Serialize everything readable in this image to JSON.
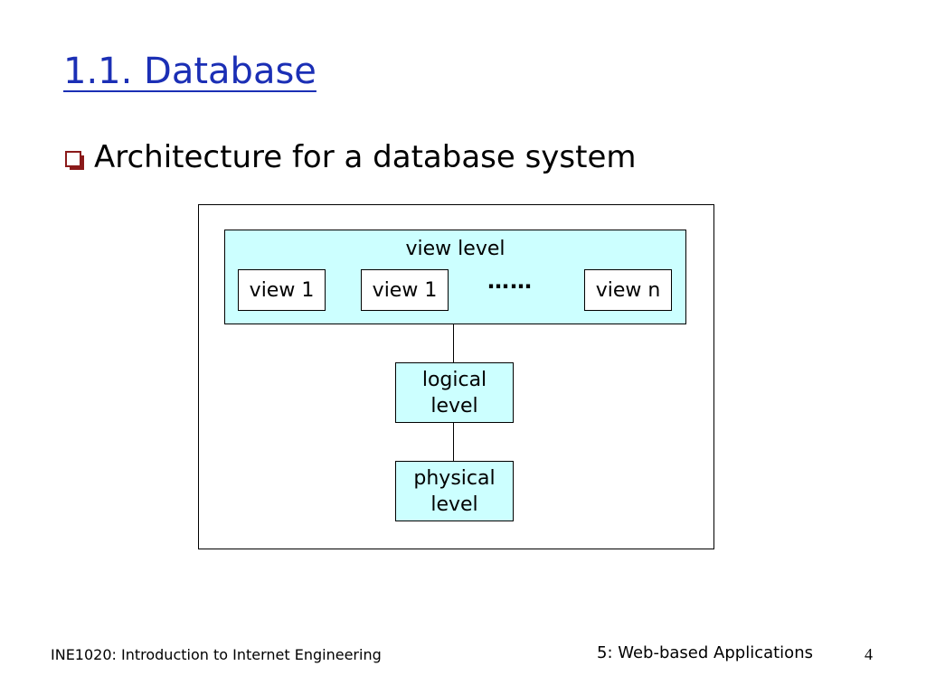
{
  "slide": {
    "title": "1.1. Database",
    "bullet": "Architecture for a database system"
  },
  "diagram": {
    "view_level": {
      "label": "view level",
      "views": [
        "view 1",
        "view 1",
        "view n"
      ],
      "ellipsis": "……"
    },
    "logical_level": {
      "line1": "logical",
      "line2": "level"
    },
    "physical_level": {
      "line1": "physical",
      "line2": "level"
    }
  },
  "footer": {
    "course": "INE1020: Introduction to Internet Engineering",
    "chapter": "5: Web-based Applications",
    "page": "4"
  },
  "colors": {
    "title": "#1b2fb5",
    "box_fill": "#ccffff",
    "bullet": "#8b1a1a"
  },
  "icons": {
    "bullet": "checkbox-bullet-icon"
  }
}
